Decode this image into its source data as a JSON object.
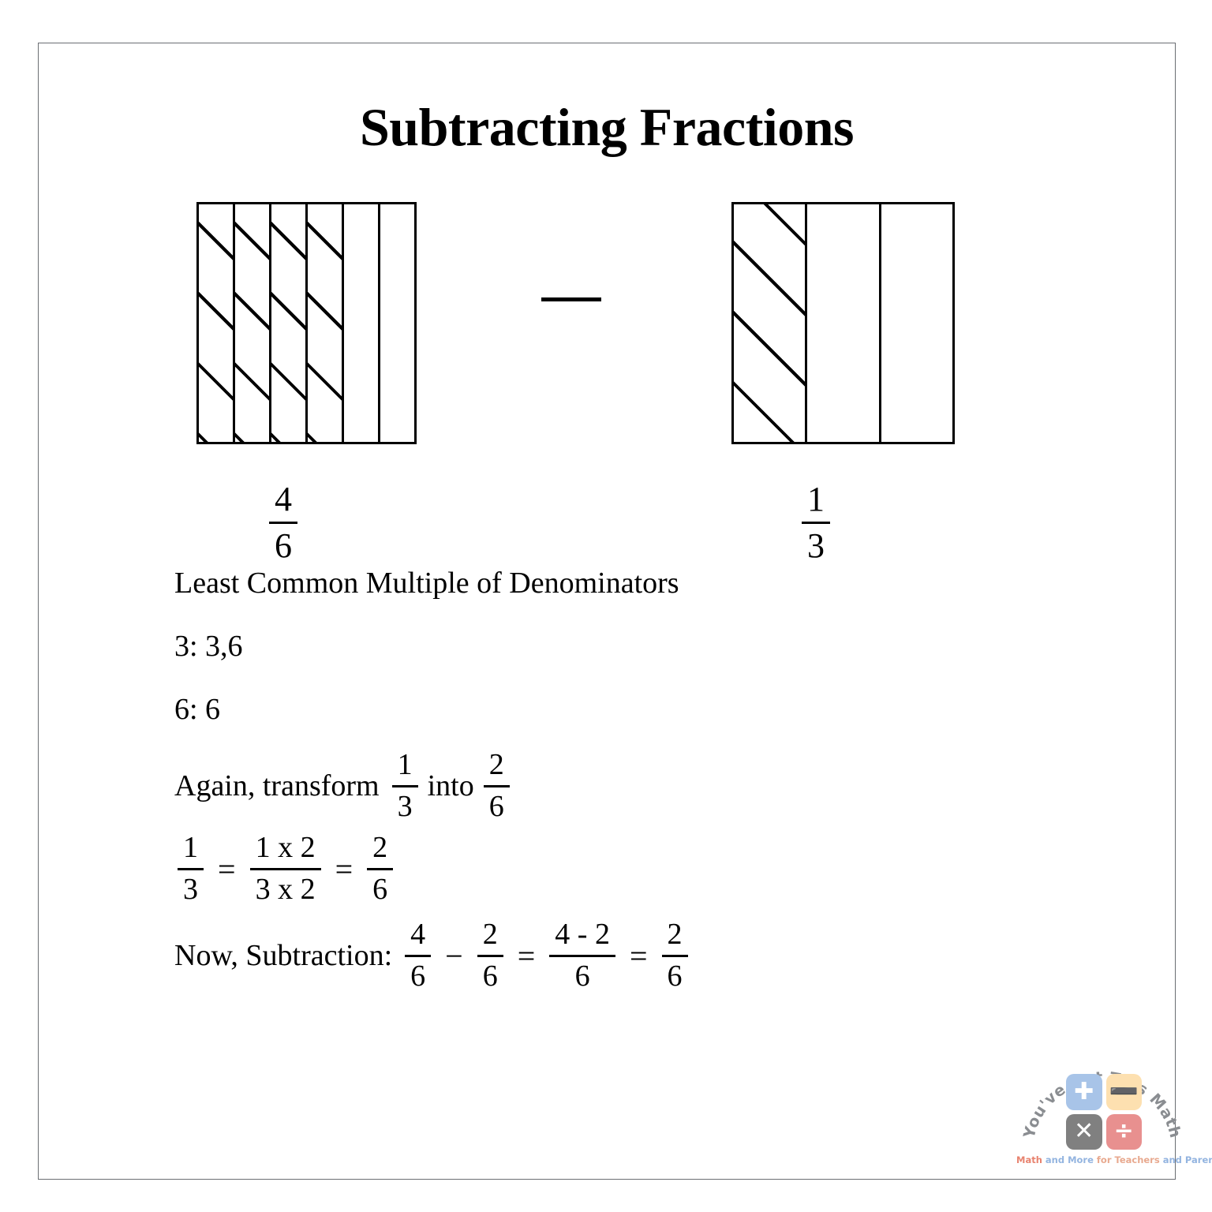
{
  "title": "Subtracting Fractions",
  "diagram": {
    "left_bar": {
      "total_parts": 6,
      "shaded_parts": 4,
      "caption_numerator": "4",
      "caption_denominator": "6"
    },
    "operator": "minus-sign",
    "right_bar": {
      "total_parts": 3,
      "shaded_parts": 1,
      "caption_numerator": "1",
      "caption_denominator": "3"
    }
  },
  "steps": {
    "lcm_heading": "Least Common Multiple of Denominators",
    "multiples_3": "3: 3,6",
    "multiples_6": "6: 6",
    "transform": {
      "lead": "Again, transform",
      "from_num": "1",
      "from_den": "3",
      "middle_word": "into",
      "to_num": "2",
      "to_den": "6"
    },
    "equivalence": {
      "f1_num": "1",
      "f1_den": "3",
      "eq1": "=",
      "f2_num": "1 x 2",
      "f2_den": "3 x 2",
      "eq2": "=",
      "f3_num": "2",
      "f3_den": "6"
    },
    "subtraction": {
      "lead": "Now, Subtraction:",
      "f1_num": "4",
      "f1_den": "6",
      "minus": "−",
      "f2_num": "2",
      "f2_den": "6",
      "eq1": "=",
      "f3_num": "4 - 2",
      "f3_den": "6",
      "eq2": "=",
      "f4_num": "2",
      "f4_den": "6"
    }
  },
  "logo": {
    "arc_text": "You've Got This Math",
    "tiles": [
      {
        "symbol": "✚",
        "name": "plus",
        "color": "#a8c4e8"
      },
      {
        "symbol": "➖",
        "name": "minus",
        "color": "#fde0b0"
      },
      {
        "symbol": "✕",
        "name": "multiply",
        "color": "#808080"
      },
      {
        "symbol": "÷",
        "name": "divide",
        "color": "#e8908f"
      }
    ],
    "tagline_part1": "Math",
    "tagline_part2": "and More",
    "tagline_part3": "for Teachers",
    "tagline_part4": "and Parents"
  },
  "colors": {
    "border": "#6b6e73",
    "ink": "#000000",
    "logo_gray": "#8a8d91"
  }
}
